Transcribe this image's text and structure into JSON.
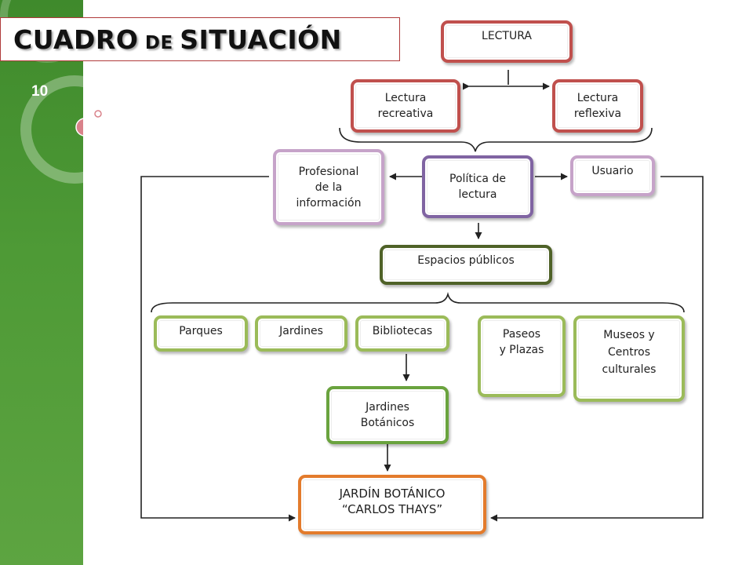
{
  "slide": {
    "title_main1": "CUADRO",
    "title_small": " DE ",
    "title_main2": "SITUACIÓN",
    "number": "10"
  },
  "colors": {
    "red": "#c0504d",
    "purple": "#8064a2",
    "lilac": "#c6a3c9",
    "dark_green": "#4f6228",
    "light_green": "#9bbb59",
    "green": "#6aa33e",
    "orange": "#e37b2c",
    "sidebar_green": "#4e9a36"
  },
  "nodes": {
    "lectura": "LECTURA",
    "lectura_recreativa": "Lectura\nrecreativa",
    "lectura_reflexiva": "Lectura\nreflexiva",
    "profesional": "Profesional\nde la\ninformación",
    "politica": "Política de\nlectura",
    "usuario": "Usuario",
    "espacios": "Espacios públicos",
    "parques": "Parques",
    "jardines": "Jardines",
    "bibliotecas": "Bibliotecas",
    "paseos": "Paseos\ny Plazas",
    "museos": "Museos y\nCentros\nculturales",
    "jardines_botanicos": "Jardines\nBotánicos",
    "jardin_botanico": "JARDÍN BOTÁNICO\n“CARLOS THAYS”"
  }
}
